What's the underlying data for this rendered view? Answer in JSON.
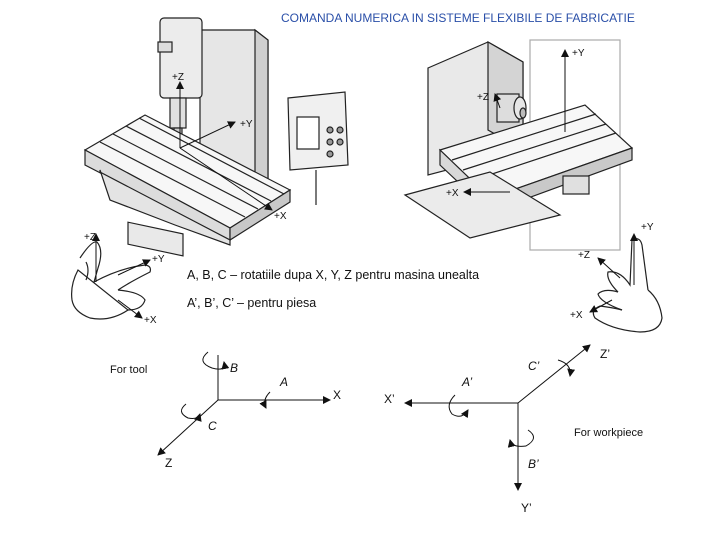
{
  "title": "COMANDA NUMERICA IN SISTEME FLEXIBILE DE FABRICATIE",
  "notes": {
    "line1": "A, B, C – rotatiile dupa X, Y, Z pentru masina unealta",
    "line2": "A’, B’, C’ – pentru piesa"
  },
  "machine_vertical": {
    "z": "+Z",
    "y": "+Y",
    "x": "+X"
  },
  "machine_horizontal": {
    "y": "+Y",
    "z": "+Z",
    "x": "+X"
  },
  "hand_left": {
    "z": "+Z",
    "y": "+Y",
    "x": "+X"
  },
  "hand_right": {
    "y": "+Y",
    "z": "+Z",
    "x": "+X"
  },
  "tool_axes": {
    "caption": "For tool",
    "x": "X",
    "z": "Z",
    "a": "A",
    "b": "B",
    "c": "C"
  },
  "workpiece_axes": {
    "caption": "For workpiece",
    "x": "X’",
    "y": "Y’",
    "z": "Z’",
    "a": "A’",
    "b": "B’",
    "c": "C’"
  }
}
